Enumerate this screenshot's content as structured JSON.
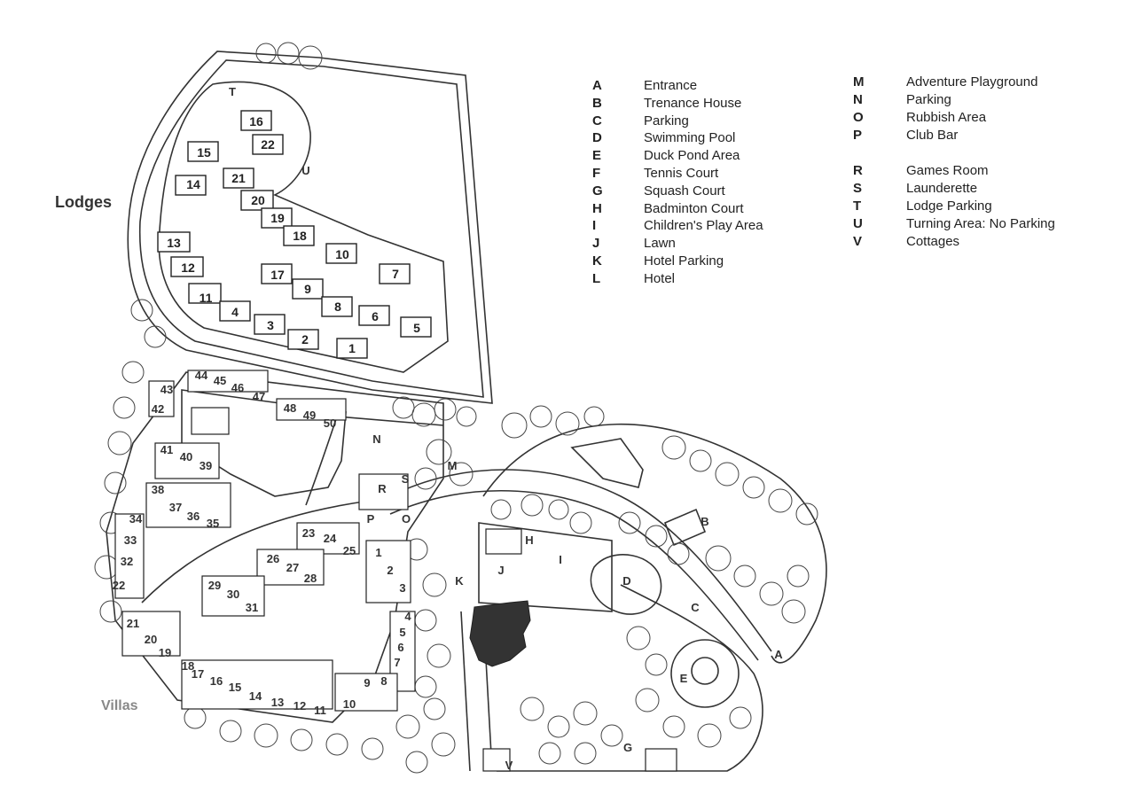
{
  "labels": {
    "lodges": "Lodges",
    "villas": "Villas"
  },
  "legend_left": [
    {
      "key": "A",
      "label": "Entrance"
    },
    {
      "key": "B",
      "label": "Trenance House"
    },
    {
      "key": "C",
      "label": "Parking"
    },
    {
      "key": "D",
      "label": "Swimming Pool"
    },
    {
      "key": "E",
      "label": "Duck Pond Area"
    },
    {
      "key": "F",
      "label": "Tennis Court"
    },
    {
      "key": "G",
      "label": "Squash Court"
    },
    {
      "key": "H",
      "label": "Badminton Court"
    },
    {
      "key": "I",
      "label": "Children's Play Area"
    },
    {
      "key": "J",
      "label": "Lawn"
    },
    {
      "key": "K",
      "label": "Hotel Parking"
    },
    {
      "key": "L",
      "label": "Hotel"
    }
  ],
  "legend_right": [
    {
      "key": "M",
      "label": "Adventure Playground"
    },
    {
      "key": "N",
      "label": "Parking"
    },
    {
      "key": "O",
      "label": "Rubbish Area"
    },
    {
      "key": "P",
      "label": "Club Bar"
    },
    {
      "key": "R",
      "label": "Games Room"
    },
    {
      "key": "S",
      "label": "Launderette"
    },
    {
      "key": "T",
      "label": "Lodge Parking"
    },
    {
      "key": "U",
      "label": "Turning Area: No Parking"
    },
    {
      "key": "V",
      "label": "Cottages"
    }
  ],
  "lodge_numbers": [
    "1",
    "2",
    "3",
    "4",
    "5",
    "6",
    "7",
    "8",
    "9",
    "10",
    "11",
    "12",
    "13",
    "14",
    "15",
    "16",
    "17",
    "18",
    "19",
    "20",
    "21",
    "22"
  ],
  "villa_numbers": [
    "1",
    "2",
    "3",
    "4",
    "5",
    "6",
    "7",
    "8",
    "9",
    "10",
    "11",
    "12",
    "13",
    "14",
    "15",
    "16",
    "17",
    "18",
    "19",
    "20",
    "21",
    "22",
    "23",
    "24",
    "25",
    "26",
    "27",
    "28",
    "29",
    "30",
    "31",
    "32",
    "33",
    "34",
    "35",
    "36",
    "37",
    "38",
    "39",
    "40",
    "41",
    "42",
    "43",
    "44",
    "45",
    "46",
    "47",
    "48",
    "49",
    "50"
  ],
  "map_letters": [
    "A",
    "B",
    "C",
    "D",
    "E",
    "G",
    "H",
    "I",
    "J",
    "K",
    "M",
    "N",
    "O",
    "P",
    "R",
    "S",
    "T",
    "U",
    "V"
  ]
}
